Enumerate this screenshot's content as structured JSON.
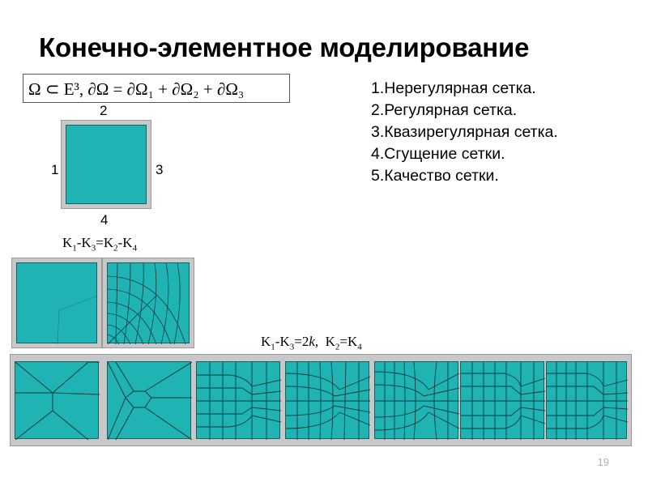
{
  "title": "Конечно-элементное моделирование",
  "formula": "Ω ⊂ E³,  ∂Ω = ∂Ω₁ + ∂Ω₂ + ∂Ω₃",
  "list": [
    "1.Нерегулярная сетка.",
    "2.Регулярная сетка.",
    "3.Квазирегулярная сетка.",
    "4.Сгущение сетки.",
    "5.Качество сетки."
  ],
  "domain_labels": {
    "top": "2",
    "left": "1",
    "right": "3",
    "bottom": "4"
  },
  "eq1": {
    "k1": "K",
    "s1": "1",
    "sep1": "-K",
    "s3": "3",
    "mid": "=K",
    "s2": "2",
    "sep2": "-K",
    "s4": "4"
  },
  "eq2": {
    "k1": "K",
    "s1": "1",
    "sep1": "-K",
    "s3": "3",
    "mid": "=2",
    "k": "k,",
    "gap": "  K",
    "s2": "2",
    "eq": "=K",
    "s4": "4"
  },
  "page_number": "19",
  "colors": {
    "fill": "#1fb3b3",
    "mesh_line": "#0d3d3d",
    "panel": "#c8c8c8"
  }
}
